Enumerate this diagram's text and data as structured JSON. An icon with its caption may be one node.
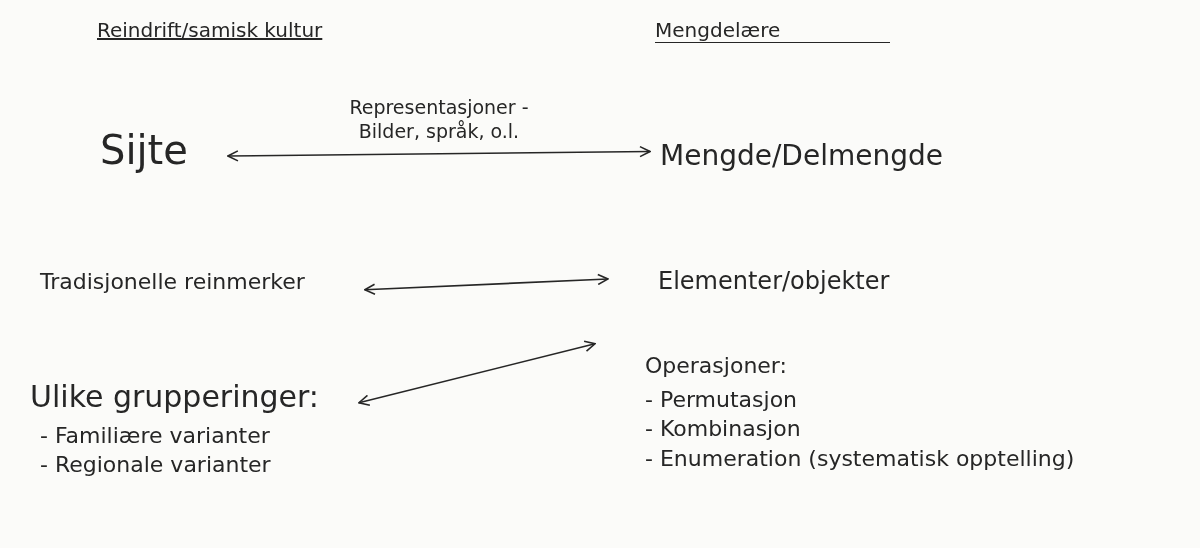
{
  "diagram": {
    "nodes": [
      {
        "text": [
          "Sijte"
        ]
      },
      {
        "text": [
          "Mengde/Delmengde"
        ]
      },
      {
        "text": [
          "Tradisjonelle reinmerker"
        ]
      },
      {
        "text": [
          "Elementer/objekter"
        ]
      },
      {
        "text": [
          "Ulike grupperinger:",
          "- Familiære varianter",
          "- Regionale varianter"
        ]
      },
      {
        "text": [
          "Operasjoner:",
          "- Permutasjon",
          "- Kombinasjon",
          "- Enumeration (systematisk opptelling)"
        ]
      }
    ],
    "edges": [
      {
        "from": 0,
        "to": 1,
        "arrow": "both",
        "label": "Representasjoner - Bilder, språk, o.l."
      },
      {
        "from": 2,
        "to": 3,
        "arrow": "both"
      },
      {
        "from": 4,
        "to": 5,
        "arrow": "both"
      }
    ],
    "labels": [
      "Reindrift/samisk kultur",
      "Mengdelære"
    ]
  }
}
